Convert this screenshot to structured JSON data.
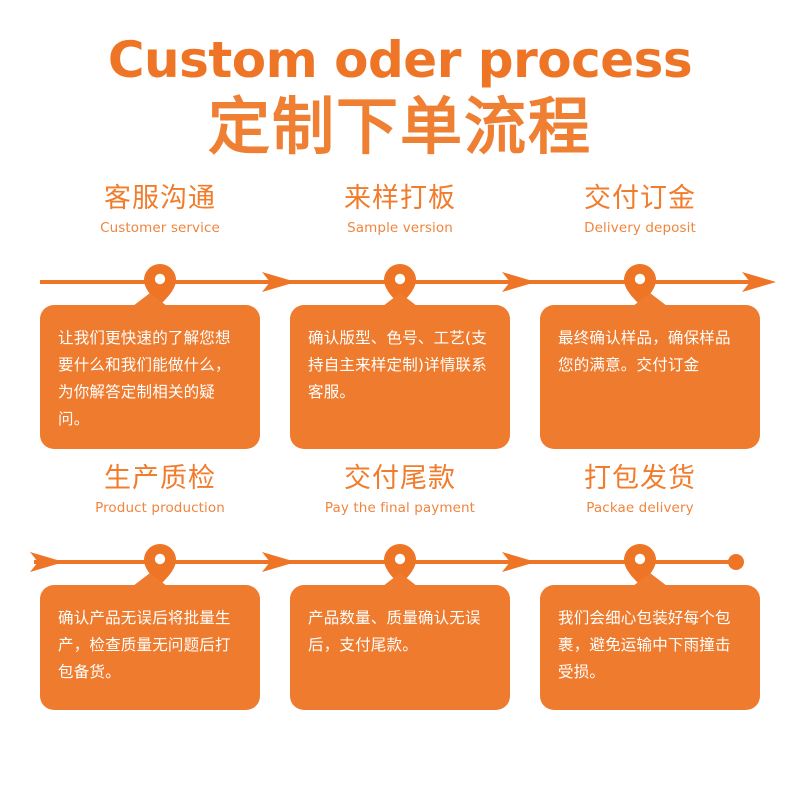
{
  "header": {
    "title_en": "Custom oder process",
    "title_cn": "定制下单流程"
  },
  "colors": {
    "title_en": "#EE7426",
    "title_cn": "#EF7F32",
    "heading": "#F07C2C",
    "subheading": "#F0853E",
    "card_fill": "#EE7B2E",
    "line": "#EF7526",
    "card_text": "#FFFFFF",
    "background": "#FFFFFF"
  },
  "rows": [
    {
      "id": "row-1",
      "line_start_marker": "none",
      "line_end_marker": "arrow",
      "steps": [
        {
          "heading_cn": "客服沟通",
          "heading_en": "Customer service",
          "marker_icon": "map-pin-icon",
          "body": "让我们更快速的了解您想要什么和我们能做什么，为你解答定制相关的疑问。"
        },
        {
          "heading_cn": "来样打板",
          "heading_en": "Sample version",
          "marker_icon": "map-pin-icon",
          "body": "确认版型、色号、工艺(支持自主来样定制)详情联系客服。"
        },
        {
          "heading_cn": "交付订金",
          "heading_en": "Delivery deposit",
          "marker_icon": "map-pin-icon",
          "body": "最终确认样品，确保样品您的满意。交付订金"
        }
      ]
    },
    {
      "id": "row-2",
      "line_start_marker": "arrow",
      "line_end_marker": "dot",
      "steps": [
        {
          "heading_cn": "生产质检",
          "heading_en": "Product production",
          "marker_icon": "map-pin-icon",
          "body": "确认产品无误后将批量生产，检查质量无问题后打包备货。"
        },
        {
          "heading_cn": "交付尾款",
          "heading_en": "Pay the final payment",
          "marker_icon": "map-pin-icon",
          "body": "产品数量、质量确认无误后，支付尾款。"
        },
        {
          "heading_cn": "打包发货",
          "heading_en": "Packae delivery",
          "marker_icon": "map-pin-icon",
          "body": "我们会细心包装好每个包裹，避免运输中下雨撞击受损。"
        }
      ]
    }
  ]
}
